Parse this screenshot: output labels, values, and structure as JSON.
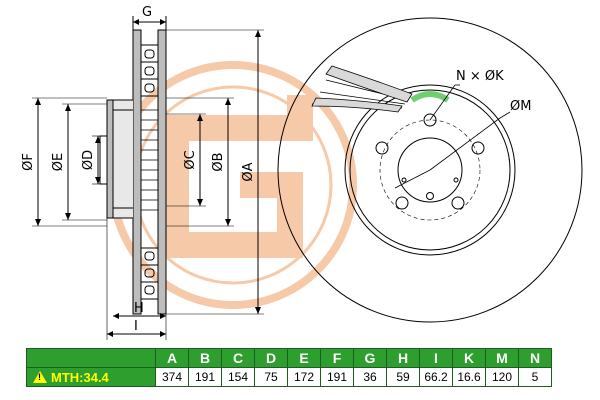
{
  "dimension_labels": {
    "a": "ØA",
    "b": "ØB",
    "c": "ØC",
    "d": "ØD",
    "e": "ØE",
    "f": "ØF",
    "g": "G",
    "h": "H",
    "i": "I",
    "nk": "N × ØK",
    "m": "ØM"
  },
  "table": {
    "headers": [
      "A",
      "B",
      "C",
      "D",
      "E",
      "F",
      "G",
      "H",
      "I",
      "K",
      "M",
      "N"
    ],
    "values": [
      "374",
      "191",
      "154",
      "75",
      "172",
      "191",
      "36",
      "59",
      "66.2",
      "16.6",
      "120",
      "5"
    ],
    "mth_label": "MTH:34.4",
    "warning_icon": "warning-triangle-icon",
    "warning_glyph": "!"
  },
  "colors": {
    "table_header": "#2e9e2e",
    "mth_text": "#ffff00",
    "watermark": "#f6c9a8"
  }
}
